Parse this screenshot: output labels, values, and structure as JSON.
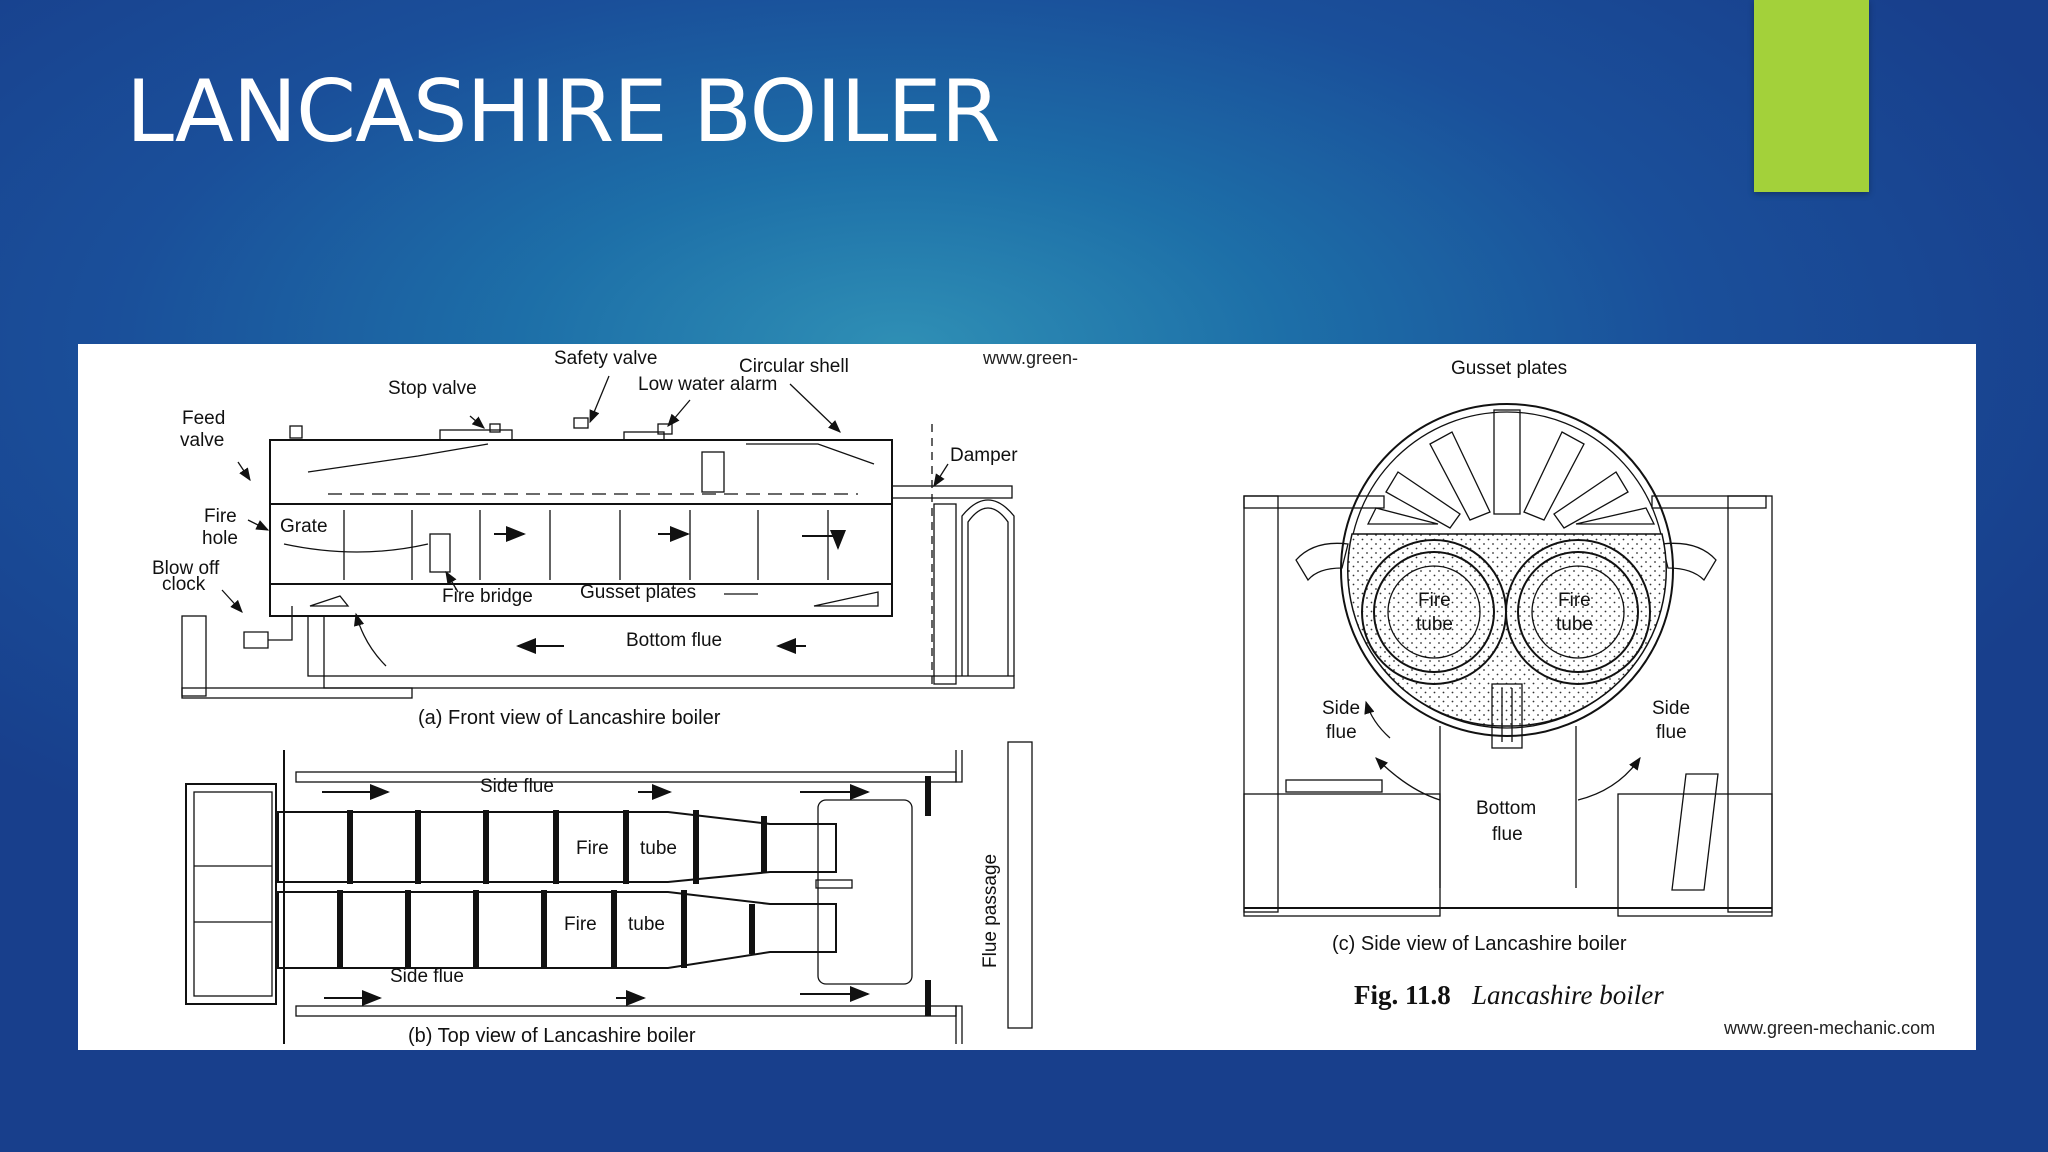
{
  "slide": {
    "title": "LANCASHIRE BOILER",
    "accent_color": "#a3d13a"
  },
  "figure": {
    "front_view": {
      "labels": {
        "safety_valve": "Safety valve",
        "circular_shell": "Circular shell",
        "stop_valve": "Stop valve",
        "low_water_alarm": "Low water alarm",
        "feed_valve_1": "Feed",
        "feed_valve_2": "valve",
        "damper": "Damper",
        "fire_hole_1": "Fire",
        "fire_hole_2": "hole",
        "grate": "Grate",
        "blow_off_1": "Blow off",
        "blow_off_2": "clock",
        "fire_bridge": "Fire bridge",
        "gusset_plates": "Gusset plates",
        "bottom_flue": "Bottom flue"
      },
      "caption": "(a) Front view of Lancashire boiler"
    },
    "top_view": {
      "labels": {
        "side_flue_top": "Side flue",
        "fire_1": "Fire",
        "tube_1": "tube",
        "fire_2": "Fire",
        "tube_2": "tube",
        "side_flue_bottom": "Side flue",
        "flue_passage": "Flue passage"
      },
      "caption": "(b) Top view of Lancashire boiler"
    },
    "side_view": {
      "labels": {
        "gusset_plates": "Gusset plates",
        "fire_left_1": "Fire",
        "fire_left_2": "tube",
        "fire_right_1": "Fire",
        "fire_right_2": "tube",
        "side_flue_left_1": "Side",
        "side_flue_left_2": "flue",
        "side_flue_right_1": "Side",
        "side_flue_right_2": "flue",
        "bottom_flue_1": "Bottom",
        "bottom_flue_2": "flue"
      },
      "caption": "(c) Side view of Lancashire boiler"
    },
    "fig_number": "Fig. 11.8",
    "fig_title": "Lancashire boiler",
    "watermark_partial": "www.green-",
    "watermark": "www.green-mechanic.com"
  }
}
